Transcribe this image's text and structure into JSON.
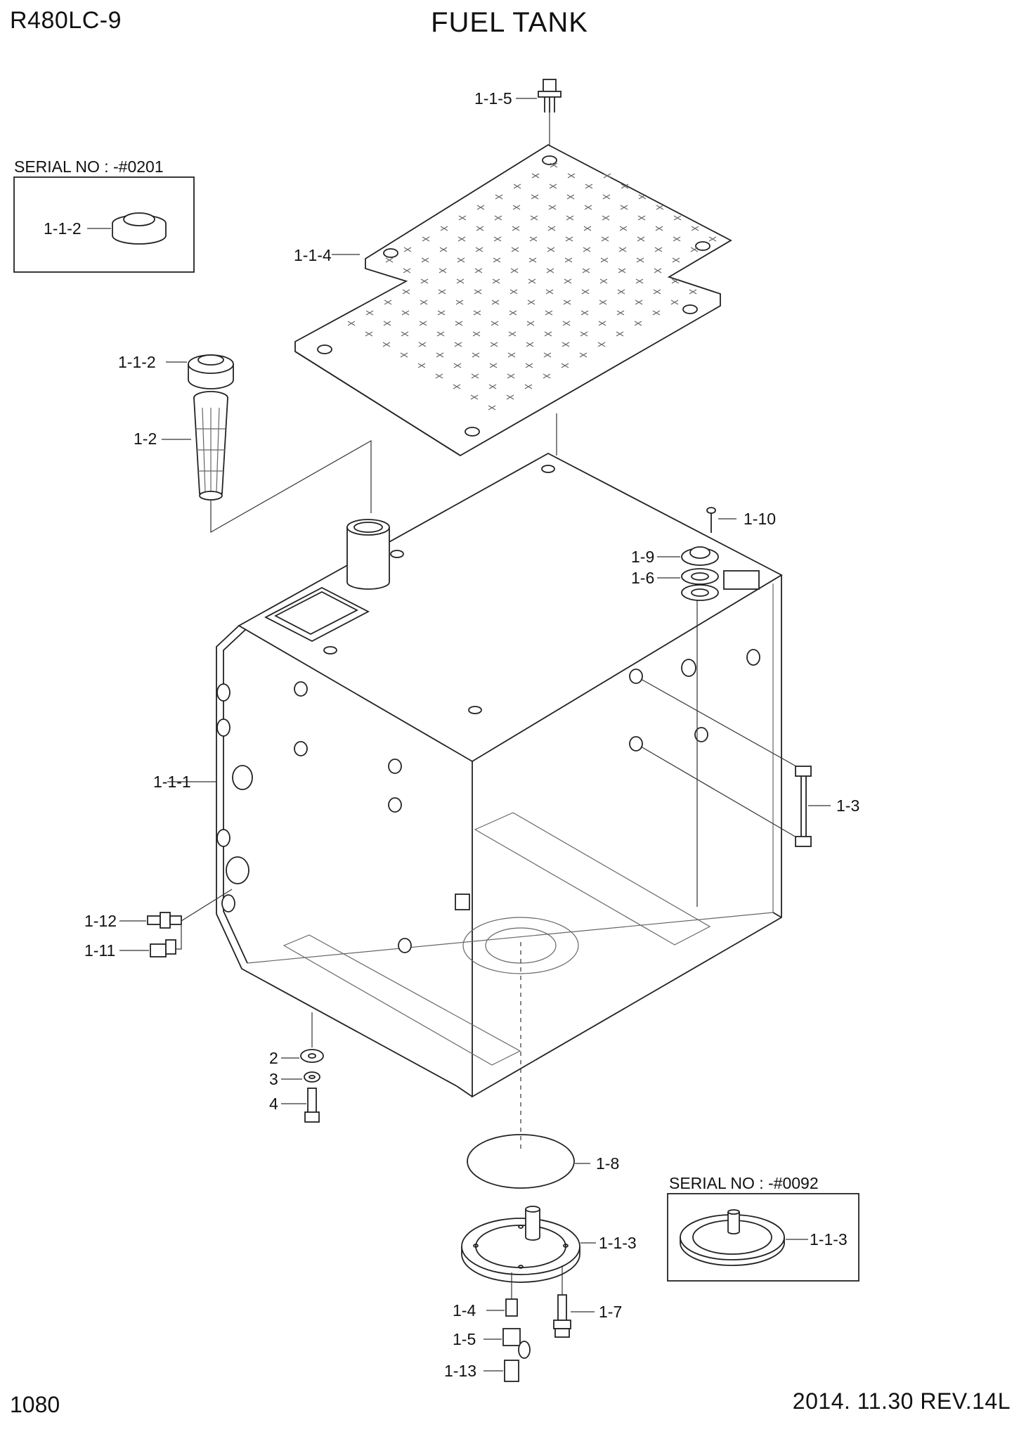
{
  "header": {
    "model": "R480LC-9",
    "title": "FUEL TANK"
  },
  "footer": {
    "page_number": "1080",
    "revision": "2014. 11.30  REV.14L"
  },
  "insets": [
    {
      "serial_label": "SERIAL NO : -#0201",
      "part": "1-1-2"
    },
    {
      "serial_label": "SERIAL NO : -#0092",
      "part": "1-1-3"
    }
  ],
  "callouts": [
    "1-1-5",
    "1-1-2",
    "1-1-4",
    "1-1-2",
    "1-2",
    "1-10",
    "1-9",
    "1-6",
    "1-1-1",
    "1-3",
    "1-12",
    "1-11",
    "2",
    "3",
    "4",
    "1-8",
    "1-1-3",
    "1-4",
    "1-7",
    "1-5",
    "1-13"
  ]
}
